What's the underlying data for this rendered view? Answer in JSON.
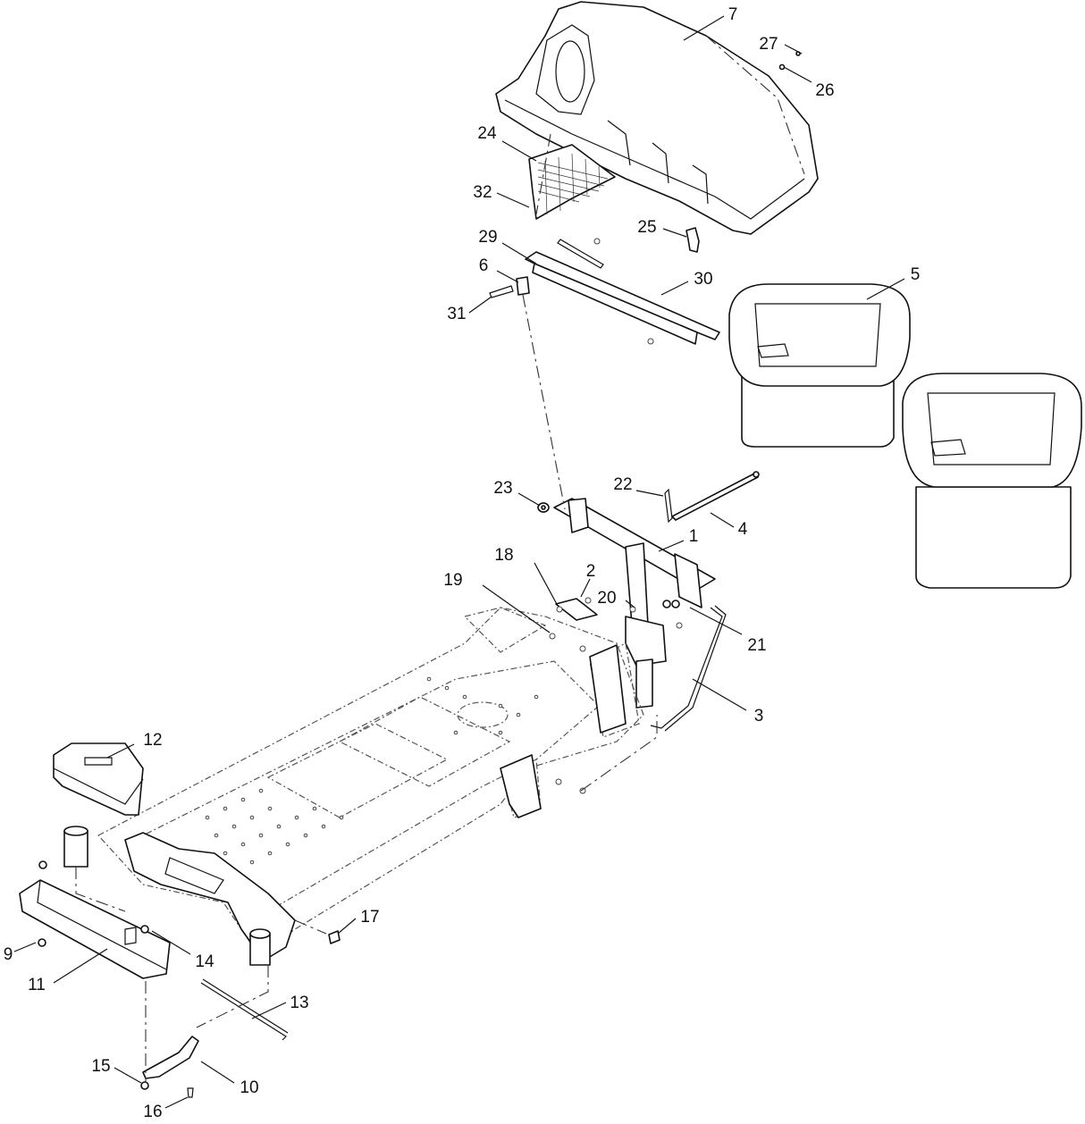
{
  "callouts": [
    {
      "id": "1",
      "label": "1"
    },
    {
      "id": "2",
      "label": "2"
    },
    {
      "id": "3",
      "label": "3"
    },
    {
      "id": "4",
      "label": "4"
    },
    {
      "id": "5",
      "label": "5"
    },
    {
      "id": "6",
      "label": "6"
    },
    {
      "id": "7",
      "label": "7"
    },
    {
      "id": "9",
      "label": "9"
    },
    {
      "id": "10",
      "label": "10"
    },
    {
      "id": "11",
      "label": "11"
    },
    {
      "id": "12",
      "label": "12"
    },
    {
      "id": "13",
      "label": "13"
    },
    {
      "id": "14",
      "label": "14"
    },
    {
      "id": "15",
      "label": "15"
    },
    {
      "id": "16",
      "label": "16"
    },
    {
      "id": "17",
      "label": "17"
    },
    {
      "id": "18",
      "label": "18"
    },
    {
      "id": "19",
      "label": "19"
    },
    {
      "id": "20",
      "label": "20"
    },
    {
      "id": "21",
      "label": "21"
    },
    {
      "id": "22",
      "label": "22"
    },
    {
      "id": "23",
      "label": "23"
    },
    {
      "id": "24",
      "label": "24"
    },
    {
      "id": "25",
      "label": "25"
    },
    {
      "id": "26",
      "label": "26"
    },
    {
      "id": "27",
      "label": "27"
    },
    {
      "id": "29",
      "label": "29"
    },
    {
      "id": "30",
      "label": "30"
    },
    {
      "id": "31",
      "label": "31"
    },
    {
      "id": "32",
      "label": "32"
    }
  ]
}
